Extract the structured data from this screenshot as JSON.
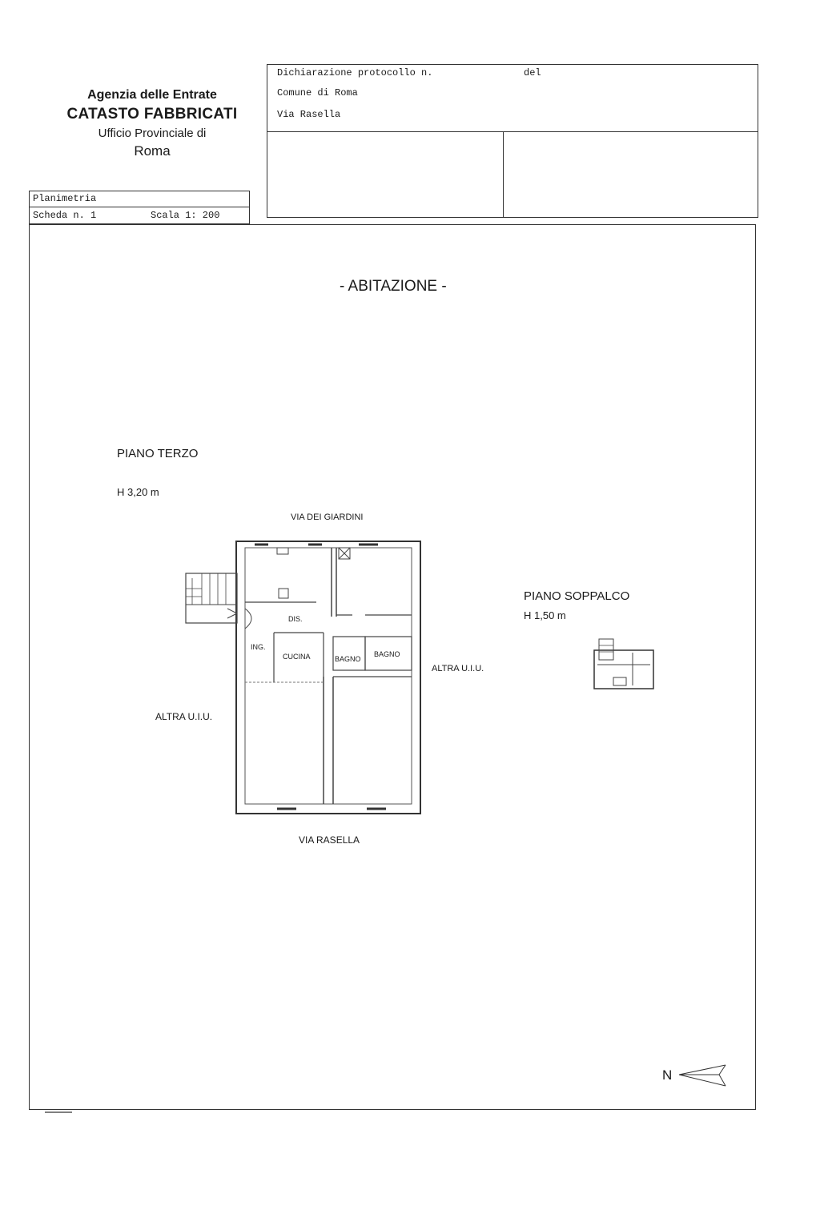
{
  "agency": {
    "line1": "Agenzia delle Entrate",
    "line2": "CATASTO FABBRICATI",
    "line3": "Ufficio Provinciale di",
    "line4": "Roma"
  },
  "declaration": {
    "protocol_label": "Dichiarazione protocollo n.",
    "date_label": "del",
    "comune": "Comune di Roma",
    "address": "Via Rasella"
  },
  "sheet": {
    "type": "Planimetria",
    "scheda": "Scheda n. 1",
    "scala": "Scala 1: 200"
  },
  "drawing": {
    "title": "- ABITAZIONE -",
    "floor_main": "PIANO TERZO",
    "height_main": "H 3,20 m",
    "street_top": "VIA DEI GIARDINI",
    "street_bottom": "VIA RASELLA",
    "neighbor_left": "ALTRA U.I.U.",
    "neighbor_right": "ALTRA U.I.U.",
    "floor_mezzanine": "PIANO SOPPALCO",
    "height_mezzanine": "H 1,50 m",
    "north": "N",
    "rooms": {
      "dis": "DIS.",
      "ing": "ING.",
      "cucina": "CUCINA",
      "bagno1": "BAGNO",
      "bagno2": "BAGNO"
    }
  }
}
